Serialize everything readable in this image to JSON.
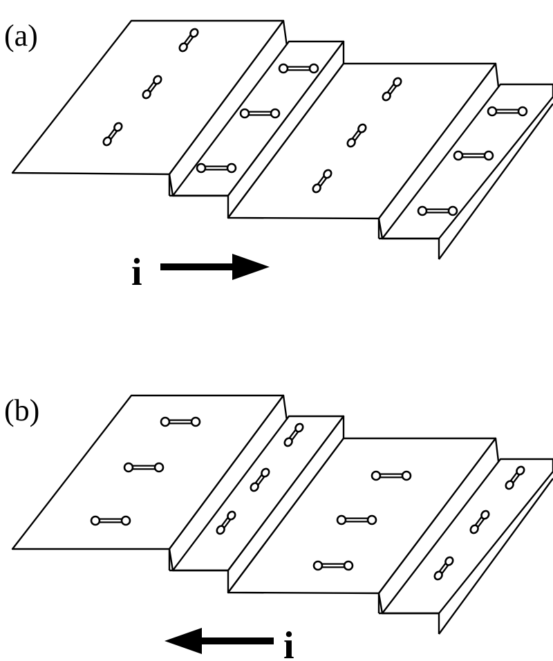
{
  "panels": [
    {
      "label": "(a)",
      "current_symbol": "i",
      "current_direction": "right"
    },
    {
      "label": "(b)",
      "current_symbol": "i",
      "current_direction": "left"
    }
  ]
}
